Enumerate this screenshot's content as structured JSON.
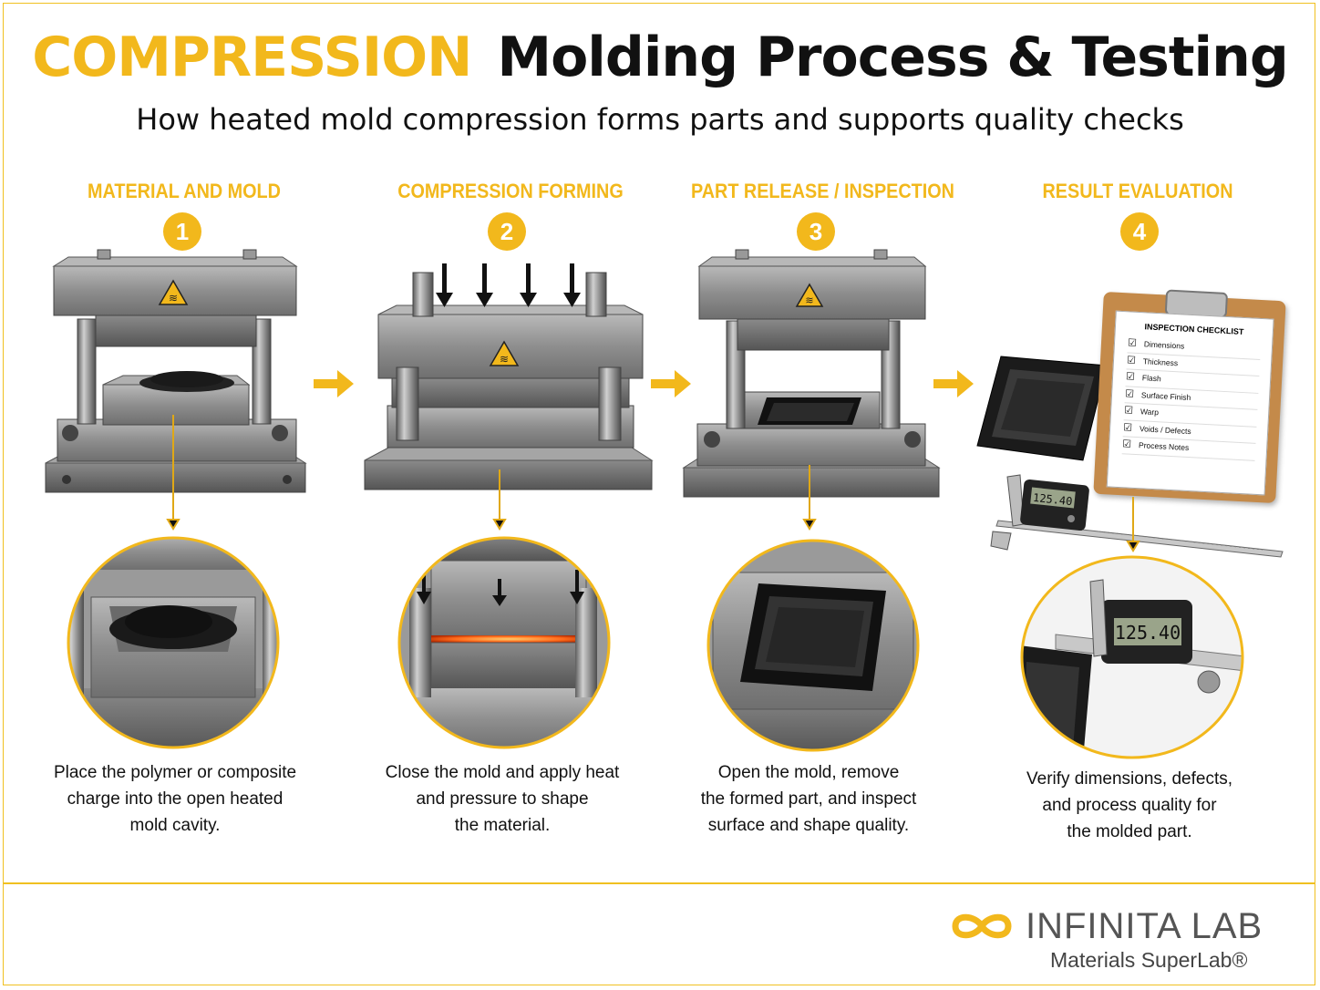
{
  "header": {
    "title_accent": "COMPRESSION",
    "title_main": "Molding Process & Testing",
    "subtitle": "How heated mold compression forms parts and supports quality checks"
  },
  "steps": [
    {
      "number": "1",
      "heading": "MATERIAL AND MOLD",
      "caption": "Place the polymer or composite\ncharge into the open heated\nmold cavity."
    },
    {
      "number": "2",
      "heading": "COMPRESSION FORMING",
      "caption": "Close the mold and apply heat\nand pressure to shape\nthe material."
    },
    {
      "number": "3",
      "heading": "PART RELEASE / INSPECTION",
      "caption": "Open the mold, remove\nthe formed part, and inspect\nsurface and shape quality."
    },
    {
      "number": "4",
      "heading": "RESULT EVALUATION",
      "caption": "Verify dimensions, defects,\nand process quality for\nthe molded part."
    }
  ],
  "checklist": {
    "title": "INSPECTION CHECKLIST",
    "items": [
      "Dimensions",
      "Thickness",
      "Flash",
      "Surface Finish",
      "Warp",
      "Voids / Defects",
      "Process Notes"
    ]
  },
  "caliper": {
    "reading_small": "125.40",
    "reading_large": "125.40"
  },
  "brand": {
    "name": "INFINITA LAB",
    "tagline": "Materials SuperLab®"
  },
  "colors": {
    "accent": "#f2b81c",
    "steel": "#8c8c8c",
    "dark": "#111111"
  },
  "icons": [
    "hot-surface-warning-icon",
    "flow-arrow-icon",
    "press-arrow-icon",
    "infinity-logo-icon"
  ]
}
